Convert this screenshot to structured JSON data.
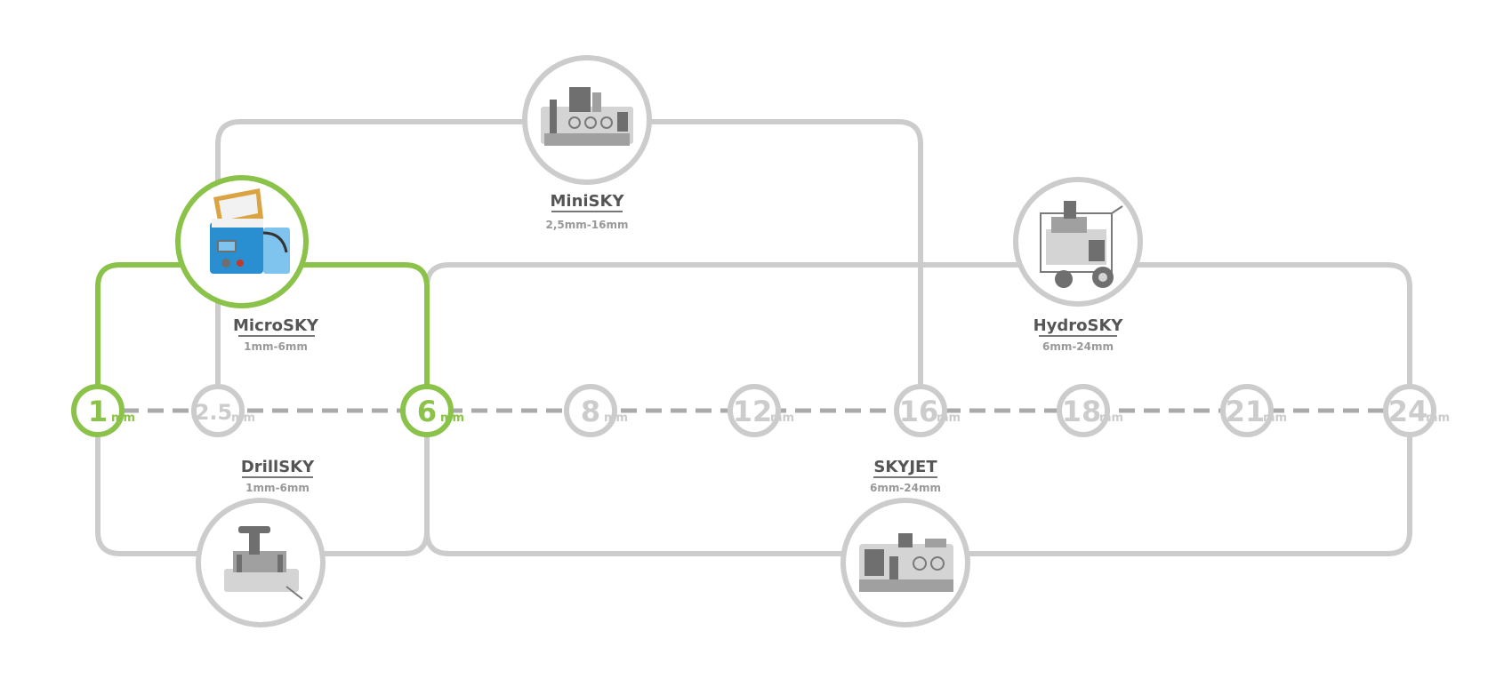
{
  "products": [
    {
      "key": "minisky",
      "name": "MiniSKY",
      "range": "2,5mm-16mm",
      "active": false,
      "icon": "minisky-machine-icon"
    },
    {
      "key": "microsky",
      "name": "MicroSKY",
      "range": "1mm-6mm",
      "active": true,
      "icon": "microsky-machine-icon"
    },
    {
      "key": "hydrosky",
      "name": "HydroSKY",
      "range": "6mm-24mm",
      "active": false,
      "icon": "hydrosky-machine-icon"
    },
    {
      "key": "drillsky",
      "name": "DrillSKY",
      "range": "1mm-6mm",
      "active": false,
      "icon": "drillsky-machine-icon"
    },
    {
      "key": "skyjet",
      "name": "SKYJET",
      "range": "6mm-24mm",
      "active": false,
      "icon": "skyjet-machine-icon"
    }
  ],
  "scale": {
    "unit": "mm",
    "stops": [
      {
        "value": "1",
        "active": true
      },
      {
        "value": "2.5",
        "active": false
      },
      {
        "value": "6",
        "active": true
      },
      {
        "value": "8",
        "active": false
      },
      {
        "value": "12",
        "active": false
      },
      {
        "value": "16",
        "active": false
      },
      {
        "value": "18",
        "active": false
      },
      {
        "value": "21",
        "active": false
      },
      {
        "value": "24",
        "active": false
      }
    ]
  },
  "colors": {
    "active": "#8bc34a",
    "inactive": "#cccccc",
    "scale_line": "#aaaaaa",
    "name_text": "#555555",
    "range_text": "#999999"
  }
}
